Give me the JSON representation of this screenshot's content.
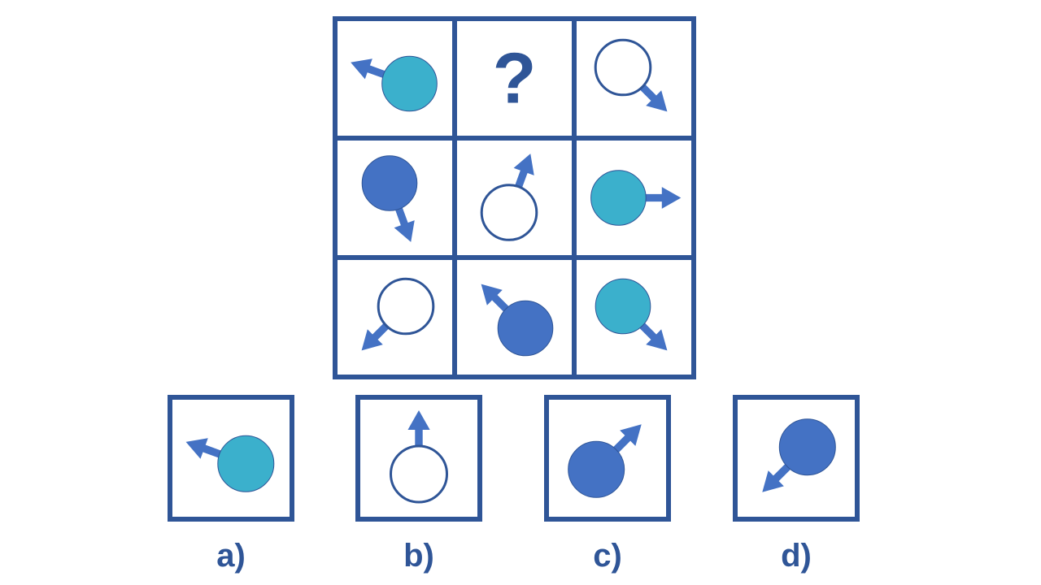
{
  "colors": {
    "frame": "#2f5597",
    "arrow": "#4472c4",
    "fill_blue": "#4472c4",
    "fill_teal": "#3bb0cc",
    "fill_white": "#ffffff",
    "circle_stroke": "#2f5597",
    "text": "#2f5597"
  },
  "matrix": {
    "rows": 3,
    "cols": 3,
    "missing_symbol": "?",
    "cells": [
      {
        "row": 0,
        "col": 0,
        "fill": "teal",
        "arrow": "west-northwest"
      },
      {
        "row": 0,
        "col": 1,
        "missing": true
      },
      {
        "row": 0,
        "col": 2,
        "fill": "white",
        "arrow": "southeast"
      },
      {
        "row": 1,
        "col": 0,
        "fill": "blue",
        "arrow": "south-southeast"
      },
      {
        "row": 1,
        "col": 1,
        "fill": "white",
        "arrow": "north-northeast"
      },
      {
        "row": 1,
        "col": 2,
        "fill": "teal",
        "arrow": "east"
      },
      {
        "row": 2,
        "col": 0,
        "fill": "white",
        "arrow": "southwest"
      },
      {
        "row": 2,
        "col": 1,
        "fill": "blue",
        "arrow": "northwest"
      },
      {
        "row": 2,
        "col": 2,
        "fill": "teal",
        "arrow": "southeast"
      }
    ]
  },
  "options": [
    {
      "label": "a)",
      "fill": "teal",
      "arrow": "west-northwest"
    },
    {
      "label": "b)",
      "fill": "white",
      "arrow": "north"
    },
    {
      "label": "c)",
      "fill": "blue",
      "arrow": "northeast"
    },
    {
      "label": "d)",
      "fill": "blue",
      "arrow": "southwest"
    }
  ]
}
